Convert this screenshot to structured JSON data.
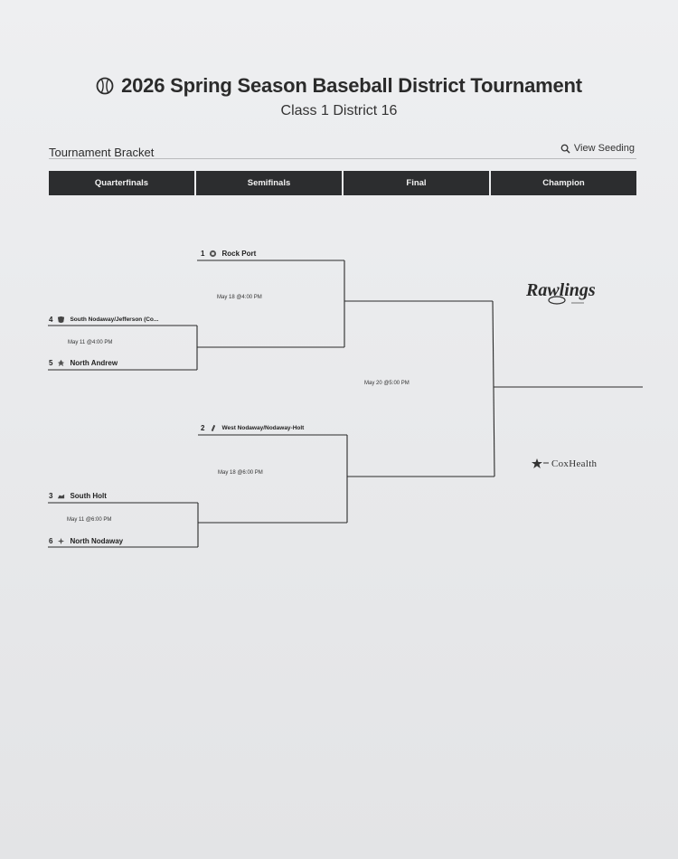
{
  "header": {
    "title": "2026 Spring Season Baseball District Tournament",
    "subtitle": "Class 1 District 16",
    "section_title": "Tournament Bracket",
    "view_seeding": "View Seeding"
  },
  "columns": [
    "Quarterfinals",
    "Semifinals",
    "Final",
    "Champion"
  ],
  "games": {
    "qf1": {
      "top_seed": "4",
      "top_team": "South Nodaway/Jefferson (Co...",
      "time": "May 11 @4:00 PM",
      "bottom_seed": "5",
      "bottom_team": "North Andrew"
    },
    "qf2": {
      "top_seed": "3",
      "top_team": "South Holt",
      "time": "May 11 @6:00 PM",
      "bottom_seed": "6",
      "bottom_team": "North Nodaway"
    },
    "sf1": {
      "top_seed": "1",
      "top_team": "Rock Port",
      "time": "May 18 @4:00 PM"
    },
    "sf2": {
      "top_seed": "2",
      "top_team": "West Nodaway/Nodaway-Holt",
      "time": "May 18 @6:00 PM"
    },
    "final": {
      "time": "May 20 @5:00 PM"
    }
  },
  "sponsors": {
    "rawlings": "Rawlings",
    "cox": "CoxHealth"
  },
  "colors": {
    "header_bg": "#2c2d2f",
    "line": "#2a2a2a"
  }
}
